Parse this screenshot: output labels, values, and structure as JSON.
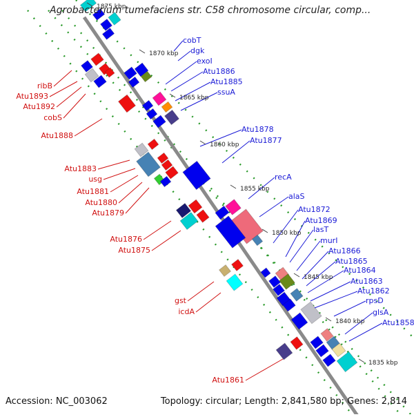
{
  "title": "Agrobacterium tumefaciens str. C58 chromosome circular, comp...",
  "footer": {
    "accession": "Accession: NC_003062",
    "summary": "Topology: circular; Length: 2,841,580 bp; Genes: 2,814"
  },
  "colors": {
    "forward_label": "#1a1ad6",
    "reverse_label": "#d01010",
    "backbone": "#8a8a8a",
    "dots": "#2a9a2a"
  },
  "ticks": [
    {
      "label": "1875 kbp"
    },
    {
      "label": "1870 kbp"
    },
    {
      "label": "1865 kbp"
    },
    {
      "label": "1860 kbp"
    },
    {
      "label": "1855 kbp"
    },
    {
      "label": "1850 kbp"
    },
    {
      "label": "1845 kbp"
    },
    {
      "label": "1840 kbp"
    },
    {
      "label": "1835 kbp"
    }
  ],
  "forward_genes": [
    "cobT",
    "dgk",
    "exoI",
    "Atu1886",
    "Atu1885",
    "ssuA",
    "Atu1878",
    "Atu1877",
    "recA",
    "alaS",
    "Atu1872",
    "Atu1869",
    "lasT",
    "murI",
    "Atu1866",
    "Atu1865",
    "Atu1864",
    "Atu1863",
    "Atu1862",
    "rpsD",
    "glsA",
    "Atu1858"
  ],
  "reverse_genes": [
    "ribB",
    "Atu1893",
    "Atu1892",
    "cobS",
    "Atu1888",
    "Atu1883",
    "usg",
    "Atu1881",
    "Atu1880",
    "Atu1879",
    "Atu1876",
    "Atu1875",
    "gst",
    "icdA",
    "Atu1861"
  ]
}
